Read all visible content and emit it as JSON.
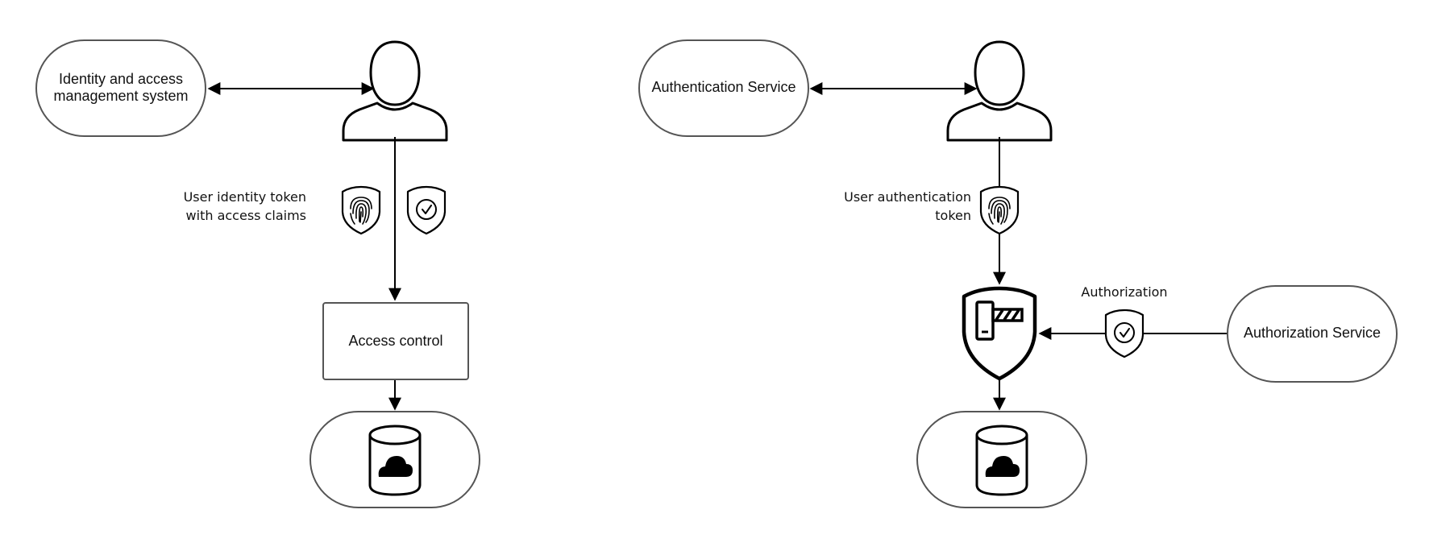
{
  "left": {
    "iam_system_lines": [
      "Identity and access",
      "management system"
    ],
    "token_label_lines": [
      "User identity token",
      "with access claims"
    ],
    "access_control": "Access control"
  },
  "right": {
    "auth_service": "Authentication Service",
    "token_label_lines": [
      "User authentication",
      "token"
    ],
    "authorization_label": "Authorization",
    "authorization_service": "Authorization Service"
  },
  "icons": [
    "user-icon",
    "fingerprint-shield-icon",
    "check-shield-icon",
    "cloud-database-icon",
    "gate-shield-icon"
  ],
  "colors": {
    "stroke": "#000000",
    "box_border": "#555555",
    "background": "#ffffff"
  }
}
